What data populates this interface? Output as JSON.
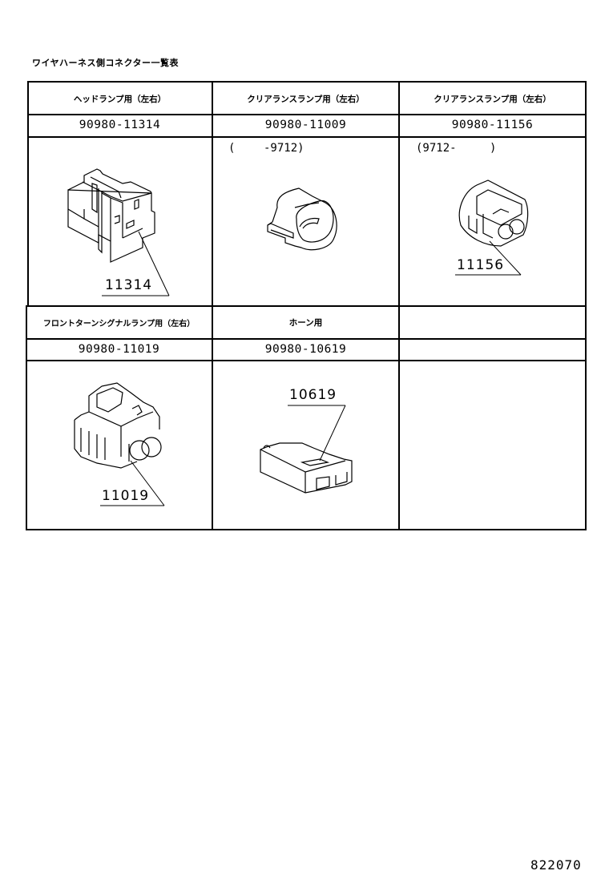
{
  "document": {
    "title": "ワイヤハーネス側コネクター一覧表",
    "page_id": "822070"
  },
  "table": {
    "rows": [
      {
        "cells": [
          {
            "header": "ヘッドランプ用（左右）",
            "part_number": "90980-11314",
            "note": "",
            "callout": "11314",
            "drawing": "connector-11314"
          },
          {
            "header": "クリアランスランプ用（左右）",
            "part_number": "90980-11009",
            "note_open": "(",
            "note_value": "-9712)",
            "callout": "",
            "drawing": "connector-11009"
          },
          {
            "header": "クリアランスランプ用（左右）",
            "part_number": "90980-11156",
            "note_value": "(9712-",
            "note_close": ")",
            "callout": "11156",
            "drawing": "connector-11156"
          }
        ]
      },
      {
        "cells": [
          {
            "header": "フロントターンシグナルランプ用（左右）",
            "part_number": "90980-11019",
            "callout": "11019",
            "drawing": "connector-11019"
          },
          {
            "header": "ホーン用",
            "part_number": "90980-10619",
            "callout": "10619",
            "drawing": "connector-10619"
          },
          {
            "header": "",
            "part_number": "",
            "callout": "",
            "drawing": ""
          }
        ]
      }
    ]
  }
}
